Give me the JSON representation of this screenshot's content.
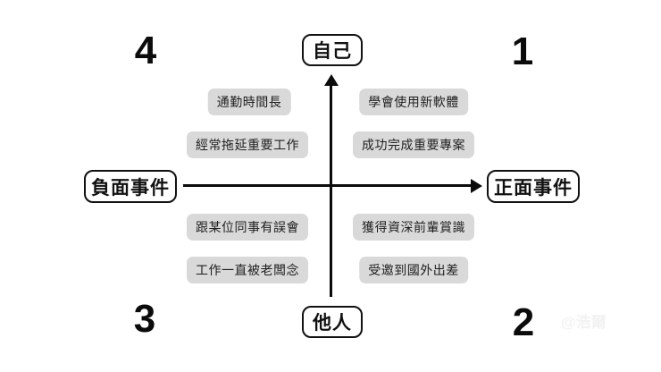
{
  "axes": {
    "top": "自己",
    "bottom": "他人",
    "left": "負面事件",
    "right": "正面事件"
  },
  "quadrants": [
    {
      "number": "1",
      "position": "top-right",
      "items": [
        "學會使用新軟體",
        "成功完成重要專案"
      ]
    },
    {
      "number": "2",
      "position": "bottom-right",
      "items": [
        "獲得資深前輩賞識",
        "受邀到國外出差"
      ]
    },
    {
      "number": "3",
      "position": "bottom-left",
      "items": [
        "跟某位同事有誤會",
        "工作一直被老闆念"
      ]
    },
    {
      "number": "4",
      "position": "top-left",
      "items": [
        "通勤時間長",
        "經常拖延重要工作"
      ]
    }
  ],
  "watermark": "@浩爾",
  "colors": {
    "background": "#ffffff",
    "axis_line": "#0b0b0b",
    "axis_box_border": "#111111",
    "chip_background": "#d9d9d9",
    "chip_text": "#1f1f1f"
  }
}
